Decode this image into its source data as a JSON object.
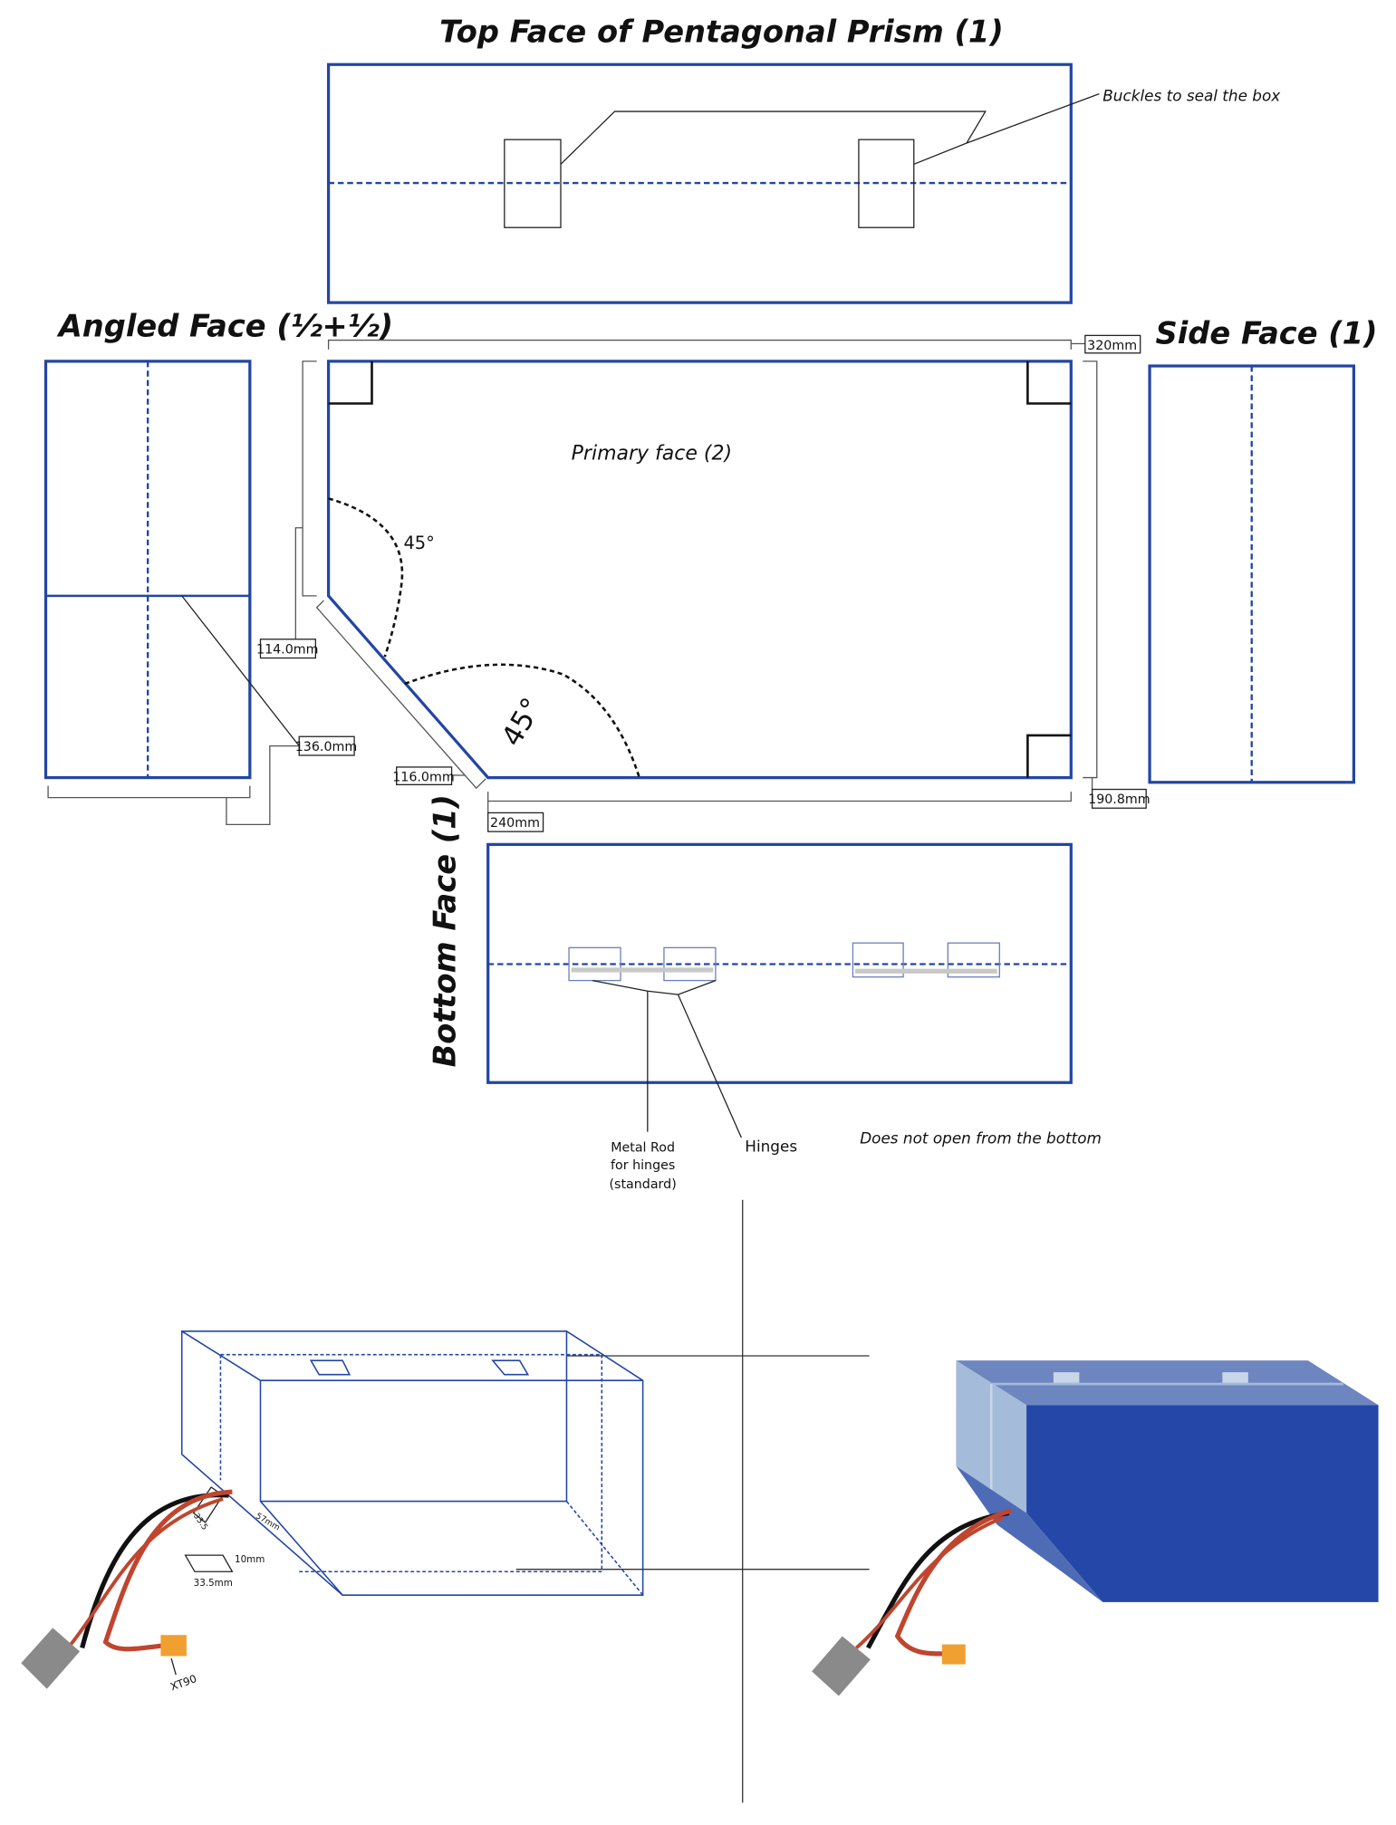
{
  "top_face": {
    "title": "Top Face of Pentagonal Prism (1)",
    "buckle_note": "Buckles to seal the box"
  },
  "angled_face": {
    "title": "Angled Face (½+½)",
    "dim_136": "136.0mm"
  },
  "primary_face": {
    "label": "Primary face (2)",
    "angle_upper": "45°",
    "angle_lower": "45°",
    "dim_320": "320mm",
    "dim_114": "114.0mm",
    "dim_116": "116.0mm",
    "dim_240": "240mm",
    "dim_190": "190.8mm"
  },
  "side_face": {
    "title": "Side Face (1)"
  },
  "bottom_face": {
    "title": "Bottom Face (1)",
    "rod_label_1": "Metal Rod",
    "rod_label_2": "for hinges",
    "rod_label_3": "(standard)",
    "hinges_label": "Hinges",
    "note": "Does not open from the bottom"
  },
  "wireframe": {
    "dim_a": "33.5",
    "dim_b": "57mm",
    "dim_c": "10mm",
    "dim_d": "33.5mm",
    "connector": "XT90"
  },
  "colors": {
    "outline": "#2346a4",
    "box_front": "#2547a8",
    "box_side": "#a4bbd9",
    "box_top": "#6e86c0",
    "wire_red": "#c0452e",
    "connector_orange": "#f0a030",
    "connector_gray": "#8a8a8a"
  }
}
